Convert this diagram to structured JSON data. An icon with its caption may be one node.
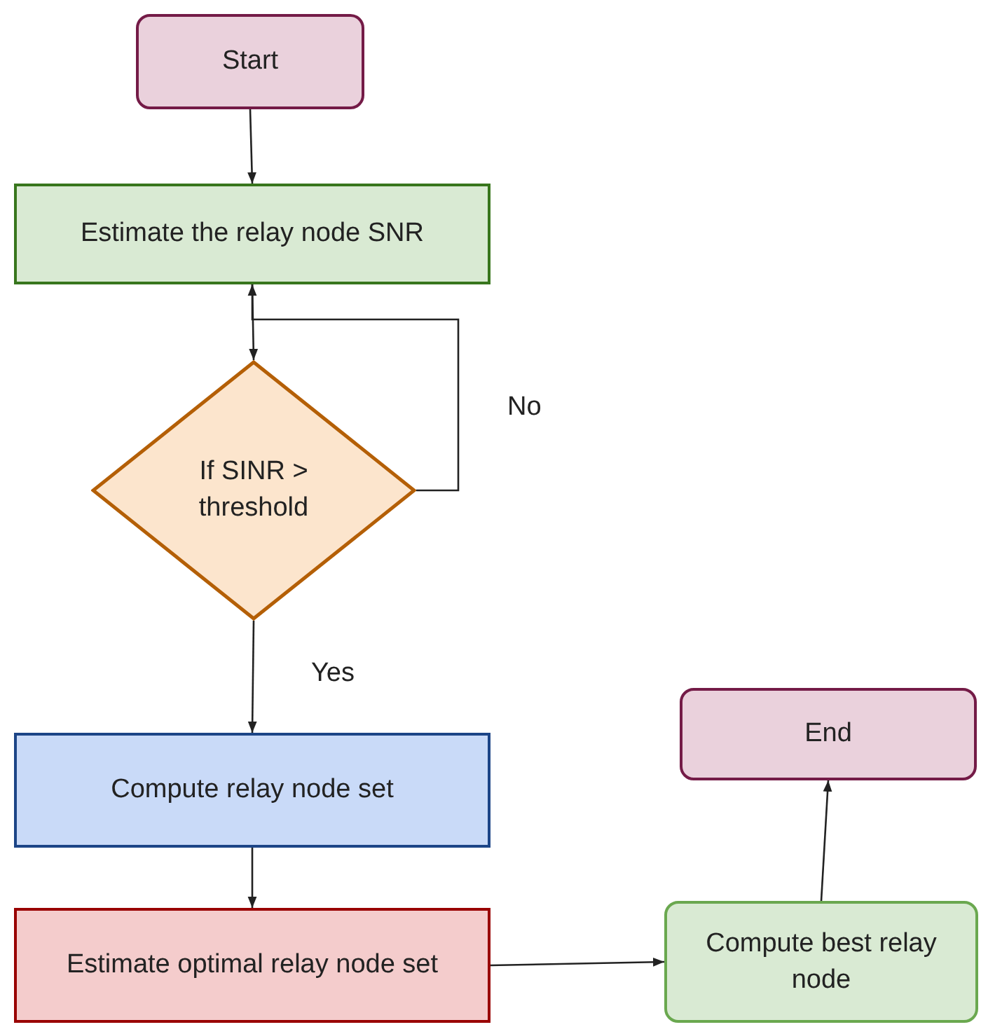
{
  "diagram": {
    "nodes": [
      {
        "text": [
          "Start"
        ]
      },
      {
        "text": [
          "Estimate the relay node SNR"
        ]
      },
      {
        "text": [
          "If SINR > threshold"
        ]
      },
      {
        "text": [
          "Compute relay node set"
        ]
      },
      {
        "text": [
          "Estimate optimal relay node set"
        ]
      },
      {
        "text": [
          "Compute best relay node"
        ]
      },
      {
        "text": [
          "End"
        ]
      }
    ],
    "edges": [
      {
        "from": 0,
        "to": 1,
        "arrow": "to"
      },
      {
        "from": 1,
        "to": 2,
        "arrow": "to"
      },
      {
        "from": 2,
        "to": 1,
        "arrow": "to",
        "label": "No"
      },
      {
        "from": 2,
        "to": 3,
        "arrow": "to",
        "label": "Yes"
      },
      {
        "from": 3,
        "to": 4,
        "arrow": "to"
      },
      {
        "from": 4,
        "to": 5,
        "arrow": "to"
      },
      {
        "from": 5,
        "to": 6,
        "arrow": "to"
      }
    ]
  }
}
